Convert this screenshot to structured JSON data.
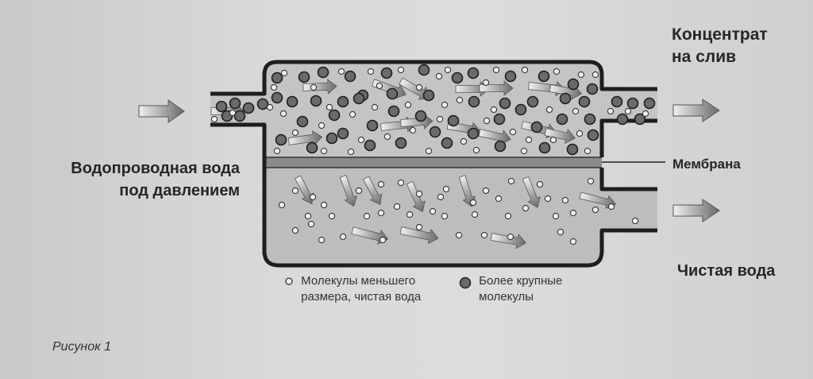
{
  "labels": {
    "concentrate_line1": "Концентрат",
    "concentrate_line2": "на слив",
    "membrane": "Мембрана",
    "tap_water_line1": "Водопроводная вода",
    "tap_water_line2": "под давлением",
    "clean_water": "Чистая вода"
  },
  "legend": {
    "small_line1": "Молекулы меньшего",
    "small_line2": "размера, чистая вода",
    "large_line1": "Более крупные",
    "large_line2": "молекулы"
  },
  "caption": "Рисунок 1",
  "colors": {
    "outline": "#1e1e1e",
    "chamber_fill": "#b9b9b7",
    "membrane": "#7a7a7a",
    "large_molecule": "#6a6a6a",
    "small_molecule": "#f2f2f2",
    "arrow": "#8a8a8a"
  }
}
